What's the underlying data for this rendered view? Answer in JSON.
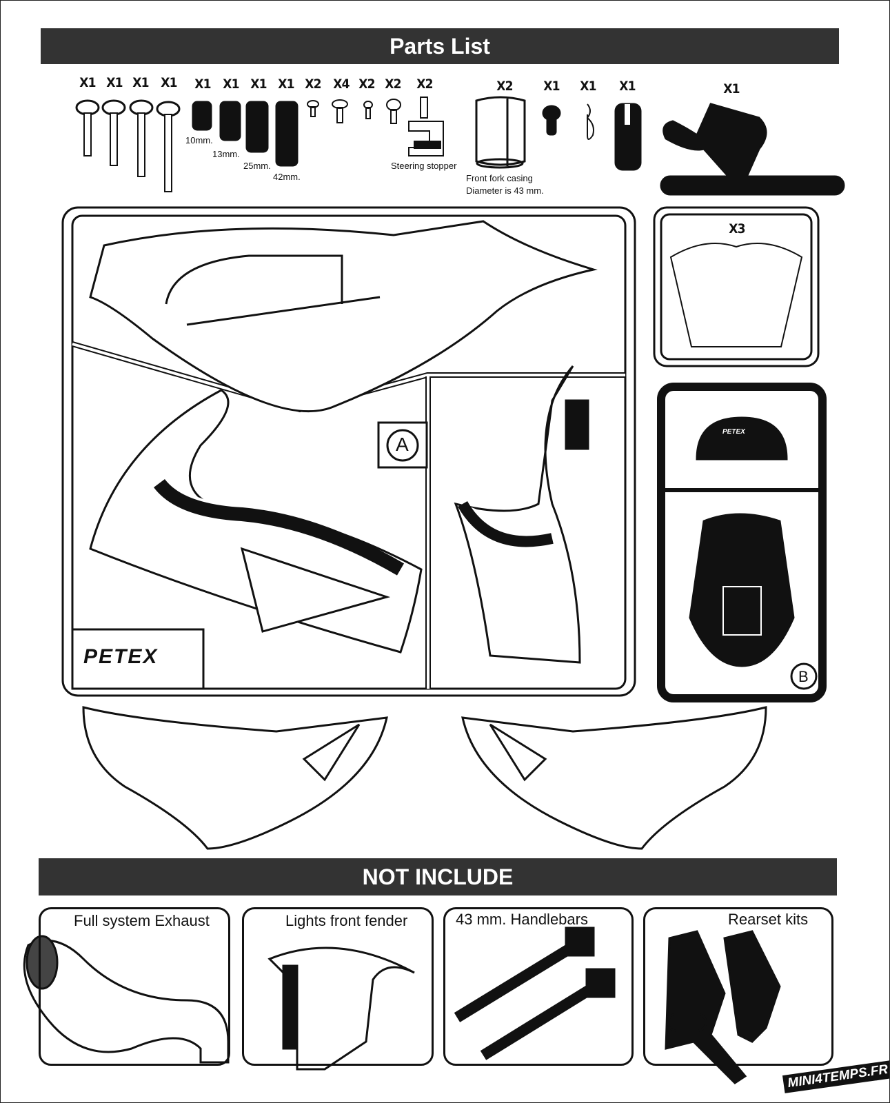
{
  "header": {
    "title": "Parts List"
  },
  "parts": [
    {
      "qty": "X1"
    },
    {
      "qty": "X1"
    },
    {
      "qty": "X1"
    },
    {
      "qty": "X1"
    },
    {
      "qty": "X1",
      "label": "10mm."
    },
    {
      "qty": "X1",
      "label": "13mm."
    },
    {
      "qty": "X1",
      "label": "25mm."
    },
    {
      "qty": "X1",
      "label": "42mm."
    },
    {
      "qty": "X2"
    },
    {
      "qty": "X4"
    },
    {
      "qty": "X2"
    },
    {
      "qty": "X2"
    },
    {
      "qty": "X2",
      "label": "Steering stopper"
    },
    {
      "qty": "X2",
      "label": "Front fork casing",
      "label2": "Diameter is 43 mm."
    },
    {
      "qty": "X1"
    },
    {
      "qty": "X1"
    },
    {
      "qty": "X1"
    },
    {
      "qty": "X1"
    }
  ],
  "sprues": {
    "a_label": "A",
    "b_label": "B",
    "b_top_qty": "X3",
    "logo": "PETEX"
  },
  "not_included": {
    "title": "NOT INCLUDE",
    "items": [
      {
        "label": "Full system Exhaust"
      },
      {
        "label": "Lights front fender"
      },
      {
        "label": "43 mm. Handlebars"
      },
      {
        "label": "Rearset kits"
      }
    ]
  },
  "watermark": "MINI4TEMPS.FR"
}
